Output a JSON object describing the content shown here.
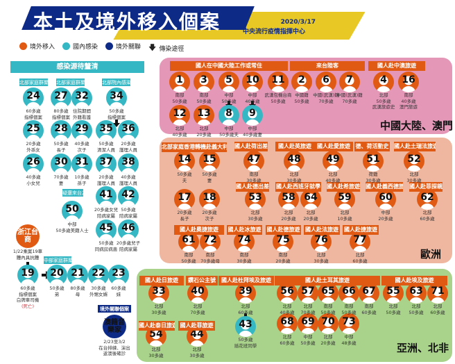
{
  "header": {
    "title": "本土及境外移入個案",
    "date": "2020/3/17",
    "org": "中央流行疫情指揮中心"
  },
  "legend": [
    {
      "label": "境外移入",
      "color": "#E05A14"
    },
    {
      "label": "國內感染",
      "color": "#35B8C3"
    },
    {
      "label": "境外關聯",
      "color": "#0E2A87"
    },
    {
      "label": "傳染途徑",
      "icon": "down-arrow-icon"
    }
  ],
  "colors": {
    "imported": "#E05A14",
    "local": "#35B8C3",
    "related": "#0E2A87",
    "china_panel": "#E597B8",
    "europe_panel": "#EFB7A0",
    "asia_panel": "#A9D38B"
  },
  "unknown_source": {
    "title": "感染源待釐清"
  },
  "regions": {
    "china": "中國大陸、澳門",
    "europe": "歐洲",
    "asia": "亞洲、北非"
  },
  "groups": [
    {
      "id": "g1",
      "label": "北部家庭群聚",
      "style": "teal"
    },
    {
      "id": "g2",
      "label": "北部家庭群聚",
      "style": "teal"
    },
    {
      "id": "g3",
      "label": "北部院內感染",
      "style": "teal"
    },
    {
      "id": "g4",
      "label": "疑還來台友人感染",
      "style": "teal"
    },
    {
      "id": "g5",
      "label": "中部家庭群聚",
      "style": "teal"
    },
    {
      "id": "g6",
      "label": "境外關聯個案",
      "style": "navy"
    },
    {
      "id": "c1",
      "label": "國人在中國大陸工作或常住",
      "style": "orange"
    },
    {
      "id": "c2",
      "label": "來台陸客",
      "style": "orange"
    },
    {
      "id": "c3",
      "label": "國人赴中澳旅遊",
      "style": "orange"
    },
    {
      "id": "e1",
      "label": "北部家庭香港轉機赴義大利",
      "style": "orange"
    },
    {
      "id": "e2",
      "label": "國人赴荷出差",
      "style": "orange"
    },
    {
      "id": "e3",
      "label": "國人赴英旅遊",
      "style": "orange"
    },
    {
      "id": "e4",
      "label": "國人赴愛旅遊",
      "style": "orange"
    },
    {
      "id": "e5",
      "label": "德、荷活動史",
      "style": "orange"
    },
    {
      "id": "e6",
      "label": "國人赴土瑞法旅遊",
      "style": "orange"
    },
    {
      "id": "e7",
      "label": "國人赴德出差",
      "style": "orange"
    },
    {
      "id": "e8",
      "label": "國人赴西班牙就學",
      "style": "orange"
    },
    {
      "id": "e9",
      "label": "國人赴希旅遊",
      "style": "orange"
    },
    {
      "id": "e10",
      "label": "國人赴義西德旅遊",
      "style": "orange"
    },
    {
      "id": "e11",
      "label": "國人赴菲探親",
      "style": "orange"
    },
    {
      "id": "e12",
      "label": "國人赴奧捷旅遊",
      "style": "orange"
    },
    {
      "id": "e13",
      "label": "國人赴冰旅遊",
      "style": "orange"
    },
    {
      "id": "e14",
      "label": "國人赴德旅遊",
      "style": "orange"
    },
    {
      "id": "e15",
      "label": "國人赴法旅遊",
      "style": "orange"
    },
    {
      "id": "e16",
      "label": "國人赴捷旅遊",
      "style": "orange"
    },
    {
      "id": "a1",
      "label": "國人赴日旅遊",
      "style": "orange"
    },
    {
      "id": "a2",
      "label": "鑽石公主號",
      "style": "orange"
    },
    {
      "id": "a3",
      "label": "國人赴杜拜埃及旅遊",
      "style": "orange"
    },
    {
      "id": "a4",
      "label": "國人赴土耳其旅遊",
      "style": "orange"
    },
    {
      "id": "a5",
      "label": "國人赴埃及旅遊",
      "style": "orange"
    },
    {
      "id": "a6",
      "label": "國人赴泰日旅遊",
      "style": "orange"
    },
    {
      "id": "a7",
      "label": "國人赴菲旅遊",
      "style": "orange"
    }
  ],
  "cases": [
    {
      "id": "24",
      "type": "local",
      "lines": [
        "60多歲",
        "指標個案"
      ]
    },
    {
      "id": "27",
      "type": "local",
      "lines": [
        "80多歲",
        "指標個案"
      ]
    },
    {
      "id": "32",
      "type": "local",
      "lines": [
        "住院期間",
        "外籍看護"
      ]
    },
    {
      "id": "34",
      "type": "local",
      "lines": [
        "50多歲",
        "指標個案"
      ]
    },
    {
      "id": "25",
      "type": "local",
      "lines": [
        "20多歲",
        "外孫女"
      ]
    },
    {
      "id": "28",
      "type": "local",
      "lines": [
        "50多歲",
        "長子"
      ]
    },
    {
      "id": "29",
      "type": "local",
      "lines": [
        "40多歲",
        "次子"
      ]
    },
    {
      "id": "35",
      "type": "local",
      "lines": [
        "50多歲",
        "清潔人員"
      ]
    },
    {
      "id": "36",
      "type": "local",
      "lines": [
        "20多歲",
        "護理人員"
      ]
    },
    {
      "id": "26",
      "type": "local",
      "lines": [
        "40多歲",
        "小女兒"
      ]
    },
    {
      "id": "30",
      "type": "local",
      "lines": [
        "70多歲",
        "妻"
      ]
    },
    {
      "id": "31",
      "type": "local",
      "lines": [
        "10多歲",
        "孫子"
      ]
    },
    {
      "id": "37",
      "type": "local",
      "lines": [
        "20多歲",
        "護理人員"
      ]
    },
    {
      "id": "38",
      "type": "local",
      "lines": [
        "40多歲",
        "護理人員"
      ]
    },
    {
      "id": "50",
      "type": "local",
      "lines": [
        "中部",
        "50多歲美籍人士"
      ]
    },
    {
      "id": "41",
      "type": "local",
      "lines": [
        "20多歲女兒",
        "陪病家屬"
      ]
    },
    {
      "id": "42",
      "type": "local",
      "lines": [
        "50多歲",
        "陪病家屬"
      ]
    },
    {
      "id": "45",
      "type": "local",
      "lines": [
        "50多歲",
        "同病房病患"
      ]
    },
    {
      "id": "46",
      "type": "local",
      "lines": [
        "20多歲兒子",
        "陪病家屬"
      ]
    },
    {
      "id": "19",
      "type": "local",
      "lines": [
        "60多歲",
        "指標個案",
        "白牌車司機"
      ],
      "note": "(死亡)"
    },
    {
      "id": "20",
      "type": "local",
      "lines": [
        "50多歲",
        "弟"
      ]
    },
    {
      "id": "21",
      "type": "local",
      "lines": [
        "80多歲",
        "母"
      ]
    },
    {
      "id": "22",
      "type": "local",
      "lines": [
        "30多歲",
        "外甥女婿"
      ]
    },
    {
      "id": "23",
      "type": "local",
      "lines": [
        "60多歲",
        "妹"
      ]
    },
    {
      "id": "1",
      "type": "imported",
      "lines": [
        "南部",
        "50多歲"
      ]
    },
    {
      "id": "3",
      "type": "imported",
      "lines": [
        "南部",
        "50多歲"
      ]
    },
    {
      "id": "5",
      "type": "imported",
      "lines": [
        "中部",
        "50多歲"
      ]
    },
    {
      "id": "10",
      "type": "imported",
      "lines": [
        "中部",
        "40多歲"
      ]
    },
    {
      "id": "11",
      "type": "imported",
      "lines": [
        "武漢包機台商",
        "50多歲"
      ]
    },
    {
      "id": "2",
      "type": "imported",
      "lines": [
        "中國籍",
        "50多歲"
      ]
    },
    {
      "id": "6",
      "type": "imported",
      "lines": [
        "中國(武漢)籍",
        "70多歲"
      ]
    },
    {
      "id": "7",
      "type": "imported",
      "lines": [
        "中國(武漢)籍",
        "70多歲"
      ]
    },
    {
      "id": "4",
      "type": "imported",
      "lines": [
        "北部",
        "50多歲",
        "武漢旅遊史"
      ]
    },
    {
      "id": "16",
      "type": "imported",
      "lines": [
        "南部",
        "40多歲",
        "澳門旅遊"
      ]
    },
    {
      "id": "12",
      "type": "imported",
      "lines": [
        "北部",
        "40多歲"
      ]
    },
    {
      "id": "13",
      "type": "imported",
      "lines": [
        "北部",
        "20多歲"
      ]
    },
    {
      "id": "8",
      "type": "local",
      "lines": [
        "中部",
        "50多歲夫"
      ]
    },
    {
      "id": "9",
      "type": "local",
      "lines": [
        "中部",
        "40多歲妻"
      ]
    },
    {
      "id": "14",
      "type": "imported",
      "lines": [
        "50多歲",
        "夫"
      ]
    },
    {
      "id": "15",
      "type": "imported",
      "lines": [
        "50多歲",
        "妻"
      ]
    },
    {
      "id": "47",
      "type": "imported",
      "lines": [
        "南部",
        "30多歲"
      ]
    },
    {
      "id": "48",
      "type": "imported",
      "lines": [
        "北部",
        "30多歲"
      ]
    },
    {
      "id": "49",
      "type": "imported",
      "lines": [
        "北部",
        "40多歲"
      ]
    },
    {
      "id": "51",
      "type": "imported",
      "lines": [
        "荷籍",
        "30多歲"
      ]
    },
    {
      "id": "52",
      "type": "imported",
      "lines": [
        "北部",
        "30多歲"
      ]
    },
    {
      "id": "17",
      "type": "imported",
      "lines": [
        "20多歲",
        "長子"
      ]
    },
    {
      "id": "18",
      "type": "imported",
      "lines": [
        "20多歲",
        "次子"
      ]
    },
    {
      "id": "53",
      "type": "imported",
      "lines": [
        "北部",
        "30多歲"
      ]
    },
    {
      "id": "58",
      "type": "imported",
      "lines": [
        "北部",
        "20多歲"
      ]
    },
    {
      "id": "64",
      "type": "imported",
      "lines": [
        "北部",
        "20多歲"
      ]
    },
    {
      "id": "59",
      "type": "imported",
      "lines": [
        "北部",
        "10多歲"
      ]
    },
    {
      "id": "60",
      "type": "imported",
      "lines": [
        "中部",
        "20多歲"
      ]
    },
    {
      "id": "62",
      "type": "imported",
      "lines": [
        "北部",
        "60多歲"
      ]
    },
    {
      "id": "61",
      "type": "imported",
      "lines": [
        "南部",
        "50多歲"
      ]
    },
    {
      "id": "72",
      "type": "imported",
      "lines": [
        "南部",
        "70多歲母"
      ]
    },
    {
      "id": "74",
      "type": "imported",
      "lines": [
        "南部",
        "30多歲"
      ]
    },
    {
      "id": "75",
      "type": "imported",
      "lines": [
        "南部",
        "20多歲"
      ]
    },
    {
      "id": "76",
      "type": "imported",
      "lines": [
        "北部",
        "30多歲"
      ]
    },
    {
      "id": "77",
      "type": "imported",
      "lines": [
        "北部",
        "60多歲"
      ]
    },
    {
      "id": "33",
      "type": "imported",
      "lines": [
        "北部",
        "30多歲"
      ]
    },
    {
      "id": "40",
      "type": "imported",
      "lines": [
        "北部",
        "70多歲"
      ]
    },
    {
      "id": "39",
      "type": "imported",
      "lines": [
        "北部",
        "60多歲"
      ]
    },
    {
      "id": "43",
      "type": "local",
      "lines": [
        "50多歲",
        "插花班同學"
      ]
    },
    {
      "id": "56",
      "type": "imported",
      "lines": [
        "北部",
        "40多歲"
      ]
    },
    {
      "id": "57",
      "type": "imported",
      "lines": [
        "北部",
        "70多歲"
      ]
    },
    {
      "id": "65",
      "type": "imported",
      "lines": [
        "南部",
        "50多歲"
      ]
    },
    {
      "id": "66",
      "type": "imported",
      "lines": [
        "南部",
        "50多歲"
      ]
    },
    {
      "id": "67",
      "type": "imported",
      "lines": [
        "南部",
        "60多歲"
      ]
    },
    {
      "id": "55",
      "type": "imported",
      "lines": [
        "北部",
        "50多歲"
      ]
    },
    {
      "id": "63",
      "type": "imported",
      "lines": [
        "北部",
        "50多歲"
      ]
    },
    {
      "id": "71",
      "type": "imported",
      "lines": [
        "北部",
        "60多歲"
      ]
    },
    {
      "id": "68",
      "type": "imported",
      "lines": [
        "北部",
        "60多歲"
      ]
    },
    {
      "id": "69",
      "type": "imported",
      "lines": [
        "中部",
        "50多歲"
      ]
    },
    {
      "id": "70",
      "type": "imported",
      "lines": [
        "北部",
        "20多歲"
      ]
    },
    {
      "id": "73",
      "type": "imported",
      "lines": [
        "中部",
        "48多歲"
      ]
    },
    {
      "id": "54",
      "type": "imported",
      "lines": [
        "北部",
        "30多歲"
      ]
    },
    {
      "id": "44",
      "type": "imported",
      "lines": [
        "北部",
        "30多歲"
      ]
    }
  ],
  "special": {
    "zhejiang": {
      "name": "浙江台商",
      "lines": [
        "1/22乘案19車",
        "體內具抗體"
      ]
    },
    "musician": {
      "name": "澳籍音樂家",
      "lines": [
        "2/23至3/2",
        "在台排練、演出",
        "返澳後確診"
      ]
    }
  }
}
